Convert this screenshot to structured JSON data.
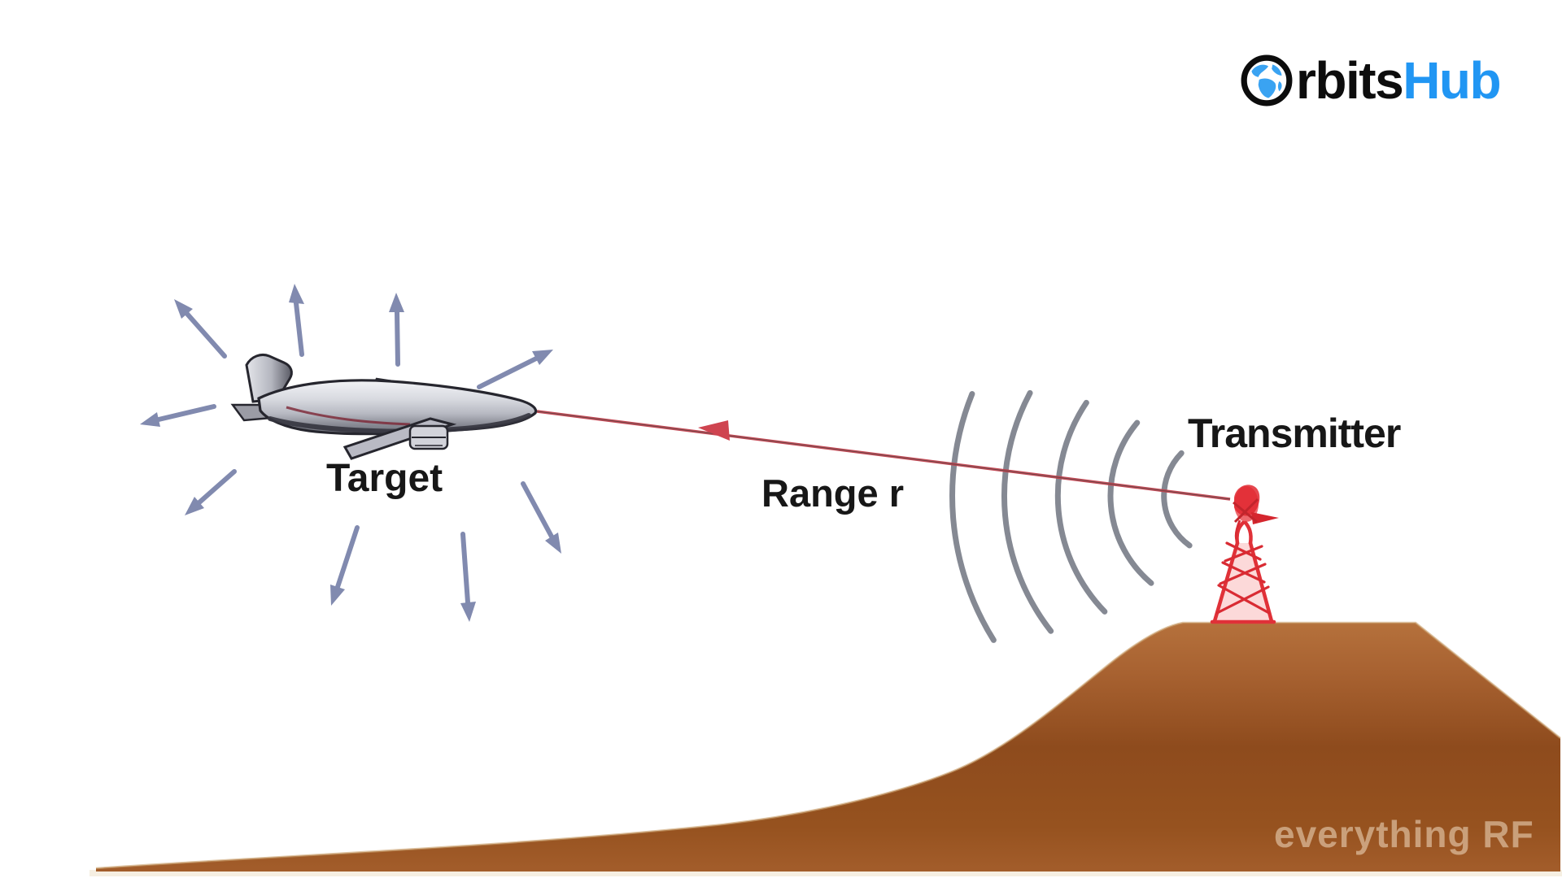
{
  "logo": {
    "icon": "globe-icon",
    "prefix": "rbits",
    "suffix": "Hub",
    "suffix_color": "#2196f3",
    "text_color": "#0d0d0d"
  },
  "labels": {
    "target": "Target",
    "range": "Range r",
    "transmitter": "Transmitter"
  },
  "watermark": "everything RF",
  "scene": {
    "description": "Radar range diagram: transmitter tower on a hill radiating waves toward an airplane target; red line labelled Range r links tower and plane; arrows scatter outward from the plane",
    "elements": [
      "airplane-icon",
      "scatter-arrow-icons",
      "radio-wave-arcs-icon",
      "range-arrow-line",
      "transmitter-tower-icon",
      "hill-terrain"
    ],
    "colors": {
      "background": "#ffffff",
      "scatter_arrows": "#7b84ab",
      "wave_arcs": "#787d88",
      "range_line_red": "#c2404d",
      "tower_red": "#e2343b",
      "hill_top_brown": "#b5713c",
      "hill_dark_brown": "#8e4b1d",
      "label_text": "#171717",
      "watermark_text": "rgba(243,222,196,0.55)"
    }
  }
}
